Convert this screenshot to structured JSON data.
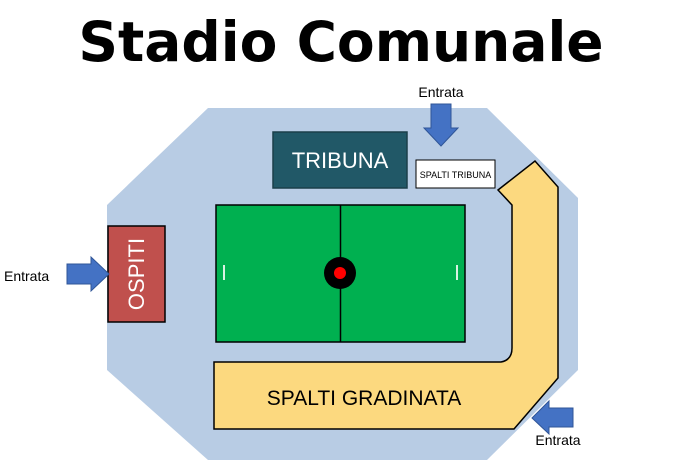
{
  "title": "Stadio Comunale",
  "zones": {
    "tribuna": "TRIBUNA",
    "spalti_tribuna": "SPALTI TRIBUNA",
    "ospiti": "OSPITI",
    "spalti_gradinata": "SPALTI GRADINATA"
  },
  "entrances": {
    "top": "Entrata",
    "left": "Entrata",
    "bottom_right": "Entrata"
  },
  "colors": {
    "ground": "#b8cce4",
    "tribuna": "#215867",
    "ospiti": "#c0504d",
    "pitch": "#00b050",
    "gradinata": "#fcd97f",
    "arrow": "#4472c4",
    "center_spot": "#ff0000"
  }
}
